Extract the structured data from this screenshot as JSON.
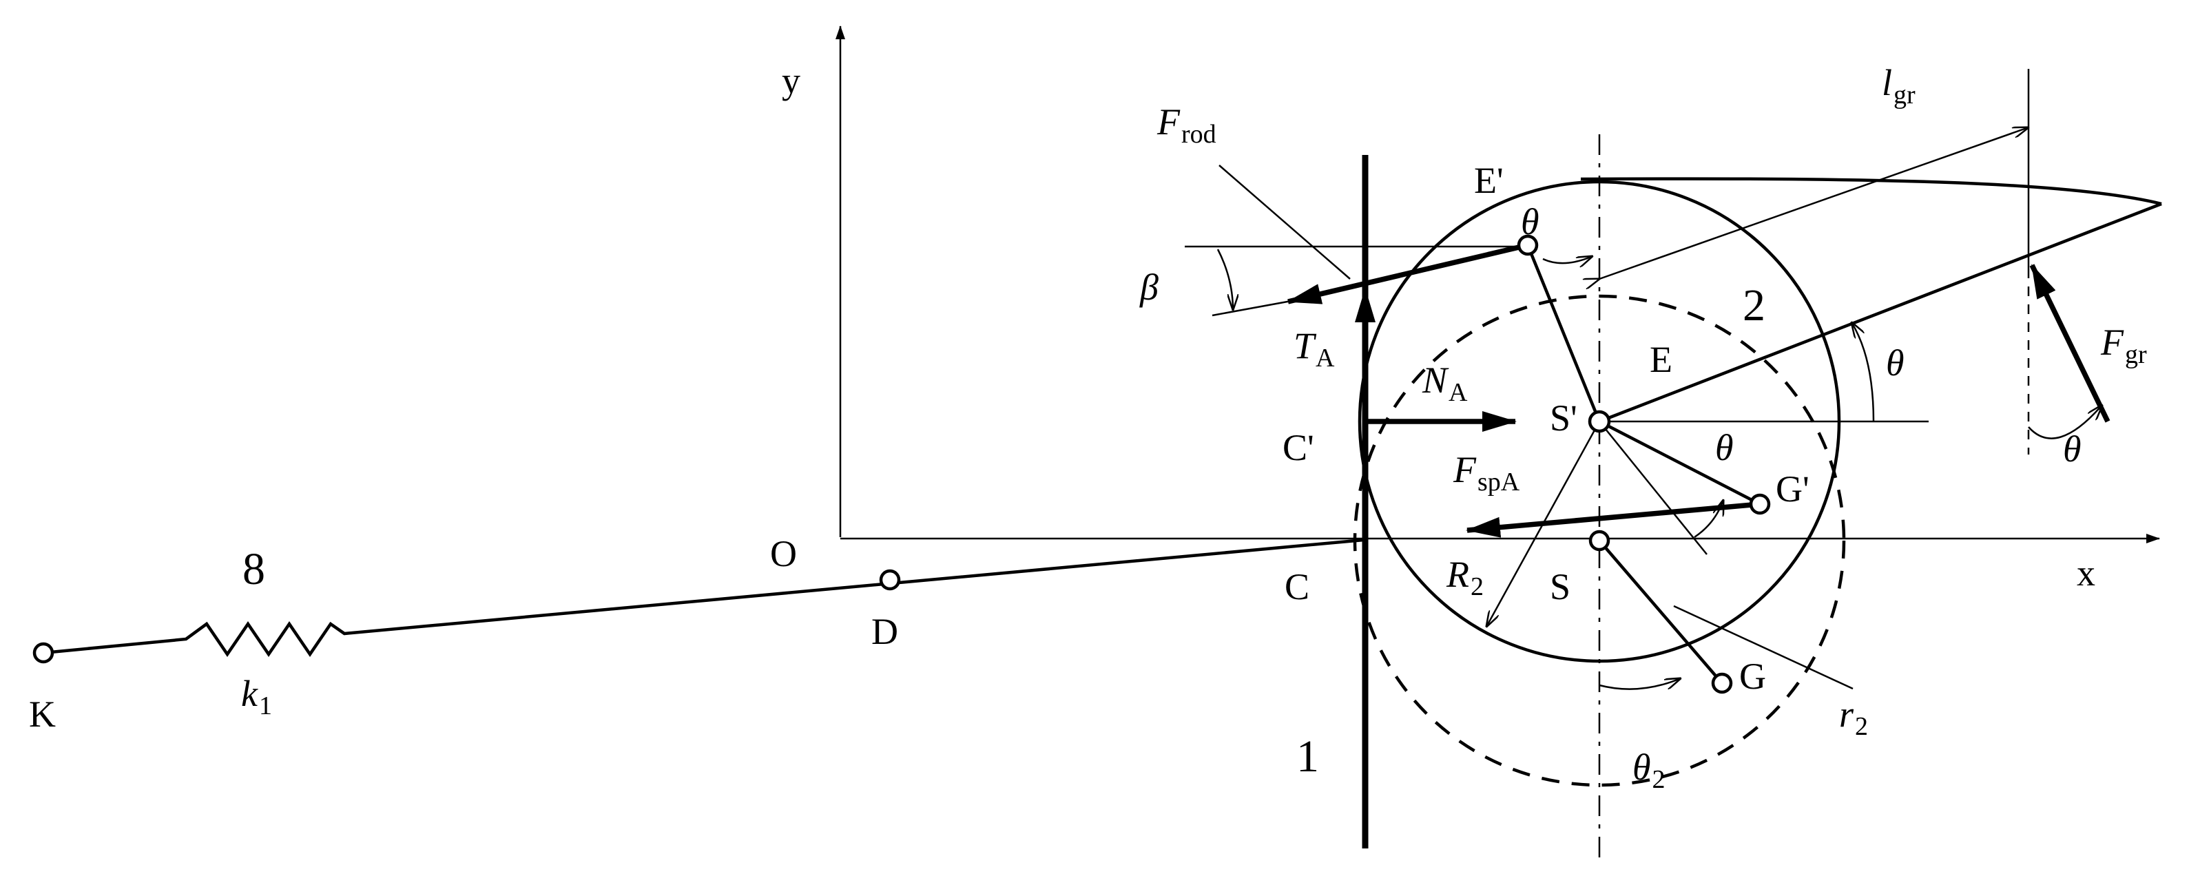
{
  "labels": {
    "y": "y",
    "x": "x",
    "O": "O",
    "C": "C",
    "C_prime": "C'",
    "D": "D",
    "K": "K",
    "S": "S",
    "S_prime": "S'",
    "E": "E",
    "E_prime": "E'",
    "G": "G",
    "G_prime": "G'",
    "num_1": "1",
    "num_2": "2",
    "num_8": "8",
    "k_main": "k",
    "k_sub": "1",
    "F_rod_main": "F",
    "F_rod_sub": "rod",
    "l_gr_main": "l",
    "l_gr_sub": "gr",
    "theta": "θ",
    "beta": "β",
    "T_A_main": "T",
    "T_A_sub": "A",
    "N_A_main": "N",
    "N_A_sub": "A",
    "F_spA_main": "F",
    "F_spA_sub": "spA",
    "F_gr_main": "F",
    "F_gr_sub": "gr",
    "R2_main": "R",
    "R2_sub": "2",
    "r2_main": "r",
    "r2_sub": "2",
    "theta2_main": "θ",
    "theta2_sub": "2"
  },
  "colors": {
    "line": "#000000",
    "background": "#ffffff"
  }
}
